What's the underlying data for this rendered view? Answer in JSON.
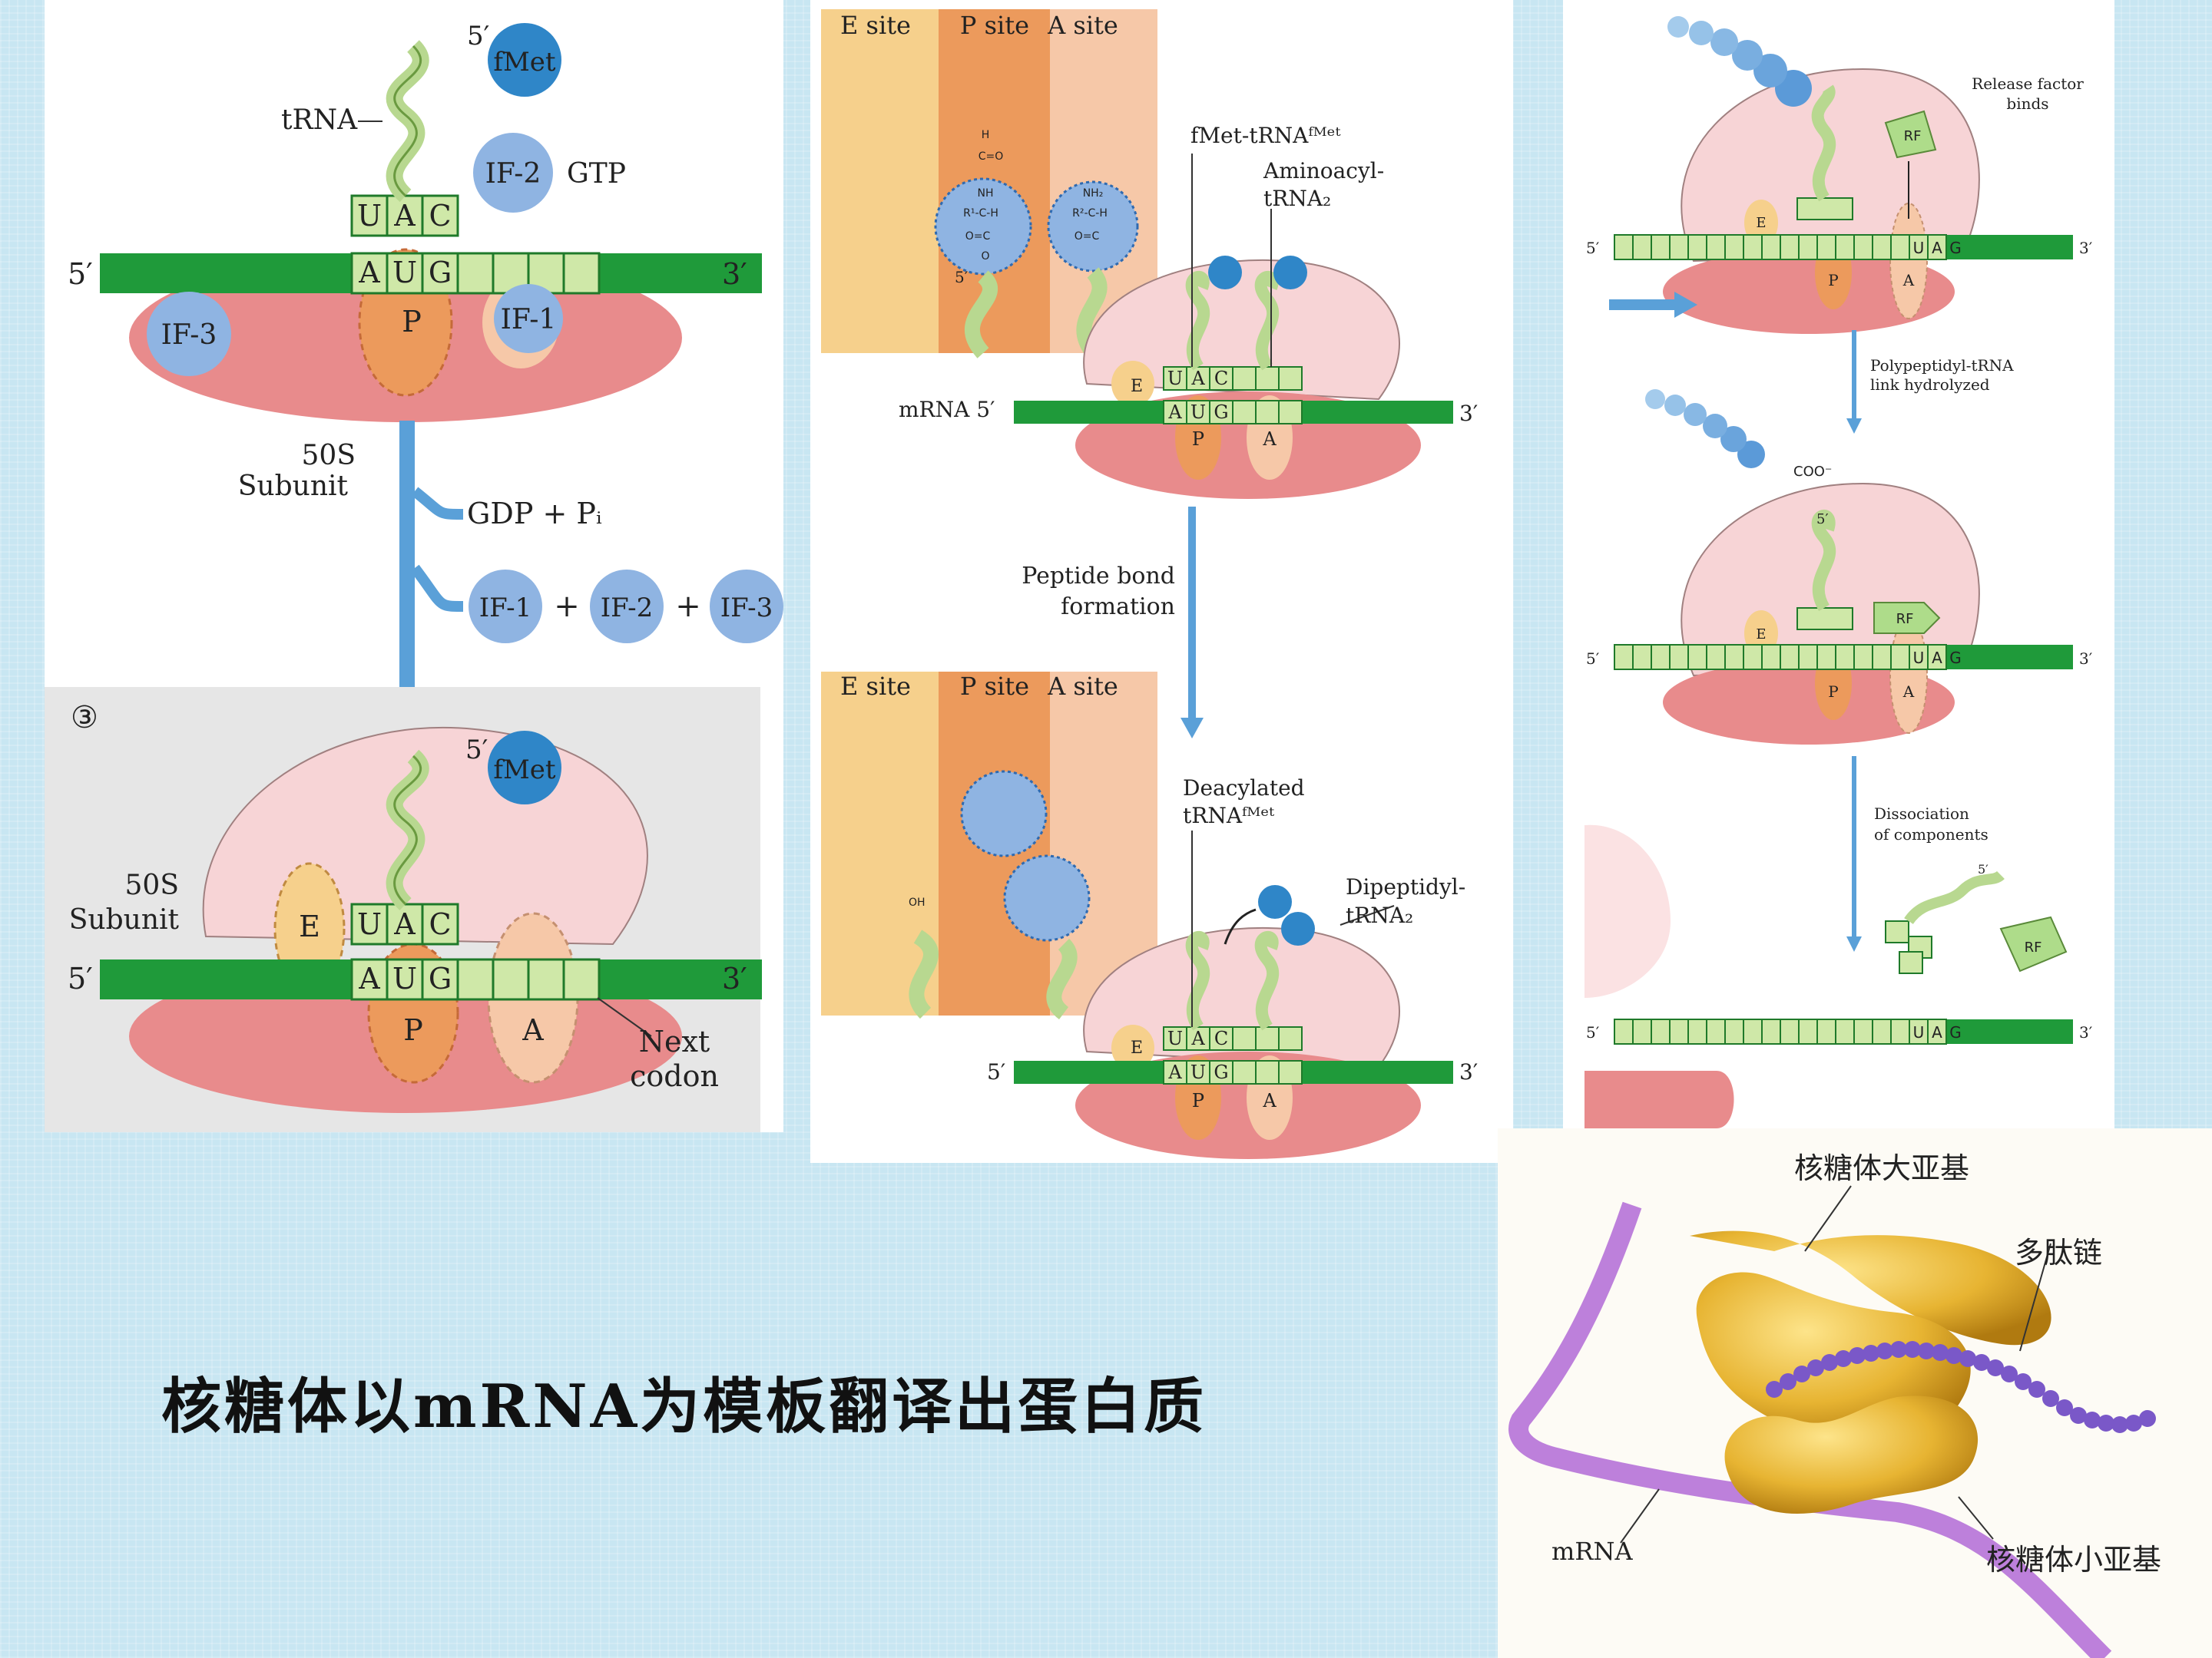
{
  "caption": "核糖体以mRNA为模板翻译出蛋白质",
  "panel1": {
    "five_prime": "5′",
    "fmet": "fMet",
    "trna": "tRNA",
    "if2": "IF-2",
    "gtp": "GTP",
    "anticodon": [
      "U",
      "A",
      "C"
    ],
    "codon": [
      "A",
      "U",
      "G"
    ],
    "three_prime": "3′",
    "if3": "IF-3",
    "p": "P",
    "if1": "IF-1",
    "subunit_50s": "50S",
    "subunit_word": "Subunit",
    "gdp_pi": "GDP + Pᵢ",
    "plus": "+",
    "step3": "③",
    "e": "E",
    "a": "A",
    "next": "Next",
    "codon_word": "codon"
  },
  "panel2": {
    "e_site": "E site",
    "p_site": "P site",
    "a_site": "A site",
    "fmet_trna": "fMet-tRNAᶠᴹᵉᵗ",
    "aminoacyl": "Aminoacyl-",
    "trna2": "tRNA₂",
    "mrna": "mRNA 5′",
    "three_prime": "3′",
    "five_prime": "5′",
    "peptide_bond": "Peptide bond",
    "formation": "formation",
    "deacylated": "Deacylated",
    "trna_fmet": "tRNAᶠᴹᵉᵗ",
    "dipeptidyl": "Dipeptidyl-",
    "anticodon": [
      "U",
      "A",
      "C"
    ],
    "codon": [
      "A",
      "U",
      "G"
    ],
    "e": "E",
    "p": "P",
    "a": "A",
    "oh": "OH",
    "chem": [
      "H",
      "C=O",
      "NH",
      "R¹-C-H",
      "O=C",
      "O",
      "NH₂",
      "R²-C-H",
      "O=C"
    ]
  },
  "panel3": {
    "release_factor": "Release factor",
    "binds": "binds",
    "rf": "RF",
    "five_prime": "5′",
    "three_prime": "3′",
    "stop": [
      "U",
      "A",
      "G"
    ],
    "e": "E",
    "p": "P",
    "a": "A",
    "polypeptidyl": "Polypeptidyl-tRNA",
    "hydrolyzed": "link hydrolyzed",
    "coo": "COO⁻",
    "dissociation": "Dissociation",
    "components": "of components"
  },
  "panel4": {
    "large_subunit": "核糖体大亚基",
    "polypeptide": "多肽链",
    "mrna": "mRNA",
    "small_subunit": "核糖体小亚基"
  },
  "colors": {
    "mrna_green": "#1f9a3a",
    "codon_green": "#cfe8a8",
    "ribosome_pink": "#f7d4d6",
    "small_subunit_red": "#e88b8c",
    "if_blue": "#8fb4e2",
    "fmet_blue": "#2f86c8",
    "arrow_blue": "#5aa0d8",
    "site_e": "#f6d08c",
    "site_p": "#ec9a5c",
    "site_a": "#f6c8a8",
    "gold": "#e7b432",
    "purple": "#a060d0"
  }
}
